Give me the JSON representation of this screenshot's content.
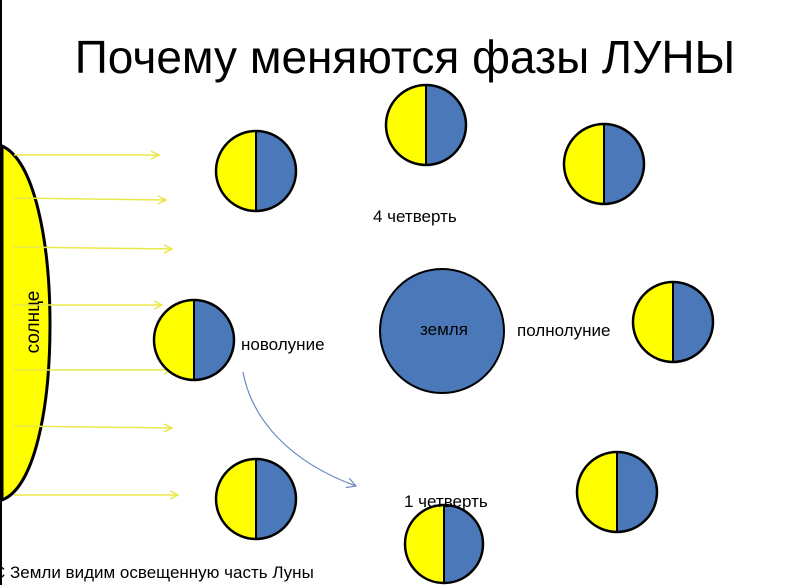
{
  "title": "Почему меняются фазы ЛУНЫ",
  "sun_label": "солнце",
  "earth_label": "земля",
  "labels": {
    "new_moon": "новолуние",
    "full_moon": "полнолуние",
    "fourth_quarter": "4 четверть",
    "first_quarter": "1 четверть"
  },
  "caption": "С Земли видим освещенную часть Луны",
  "colors": {
    "sun": "#ffff00",
    "sunlit_side": "#ffff00",
    "dark_side": "#4a78b8",
    "earth": "#4a78b8",
    "ray": "#e8e84a",
    "outline": "#000000",
    "motion_arrow": "#6a8ac0"
  }
}
